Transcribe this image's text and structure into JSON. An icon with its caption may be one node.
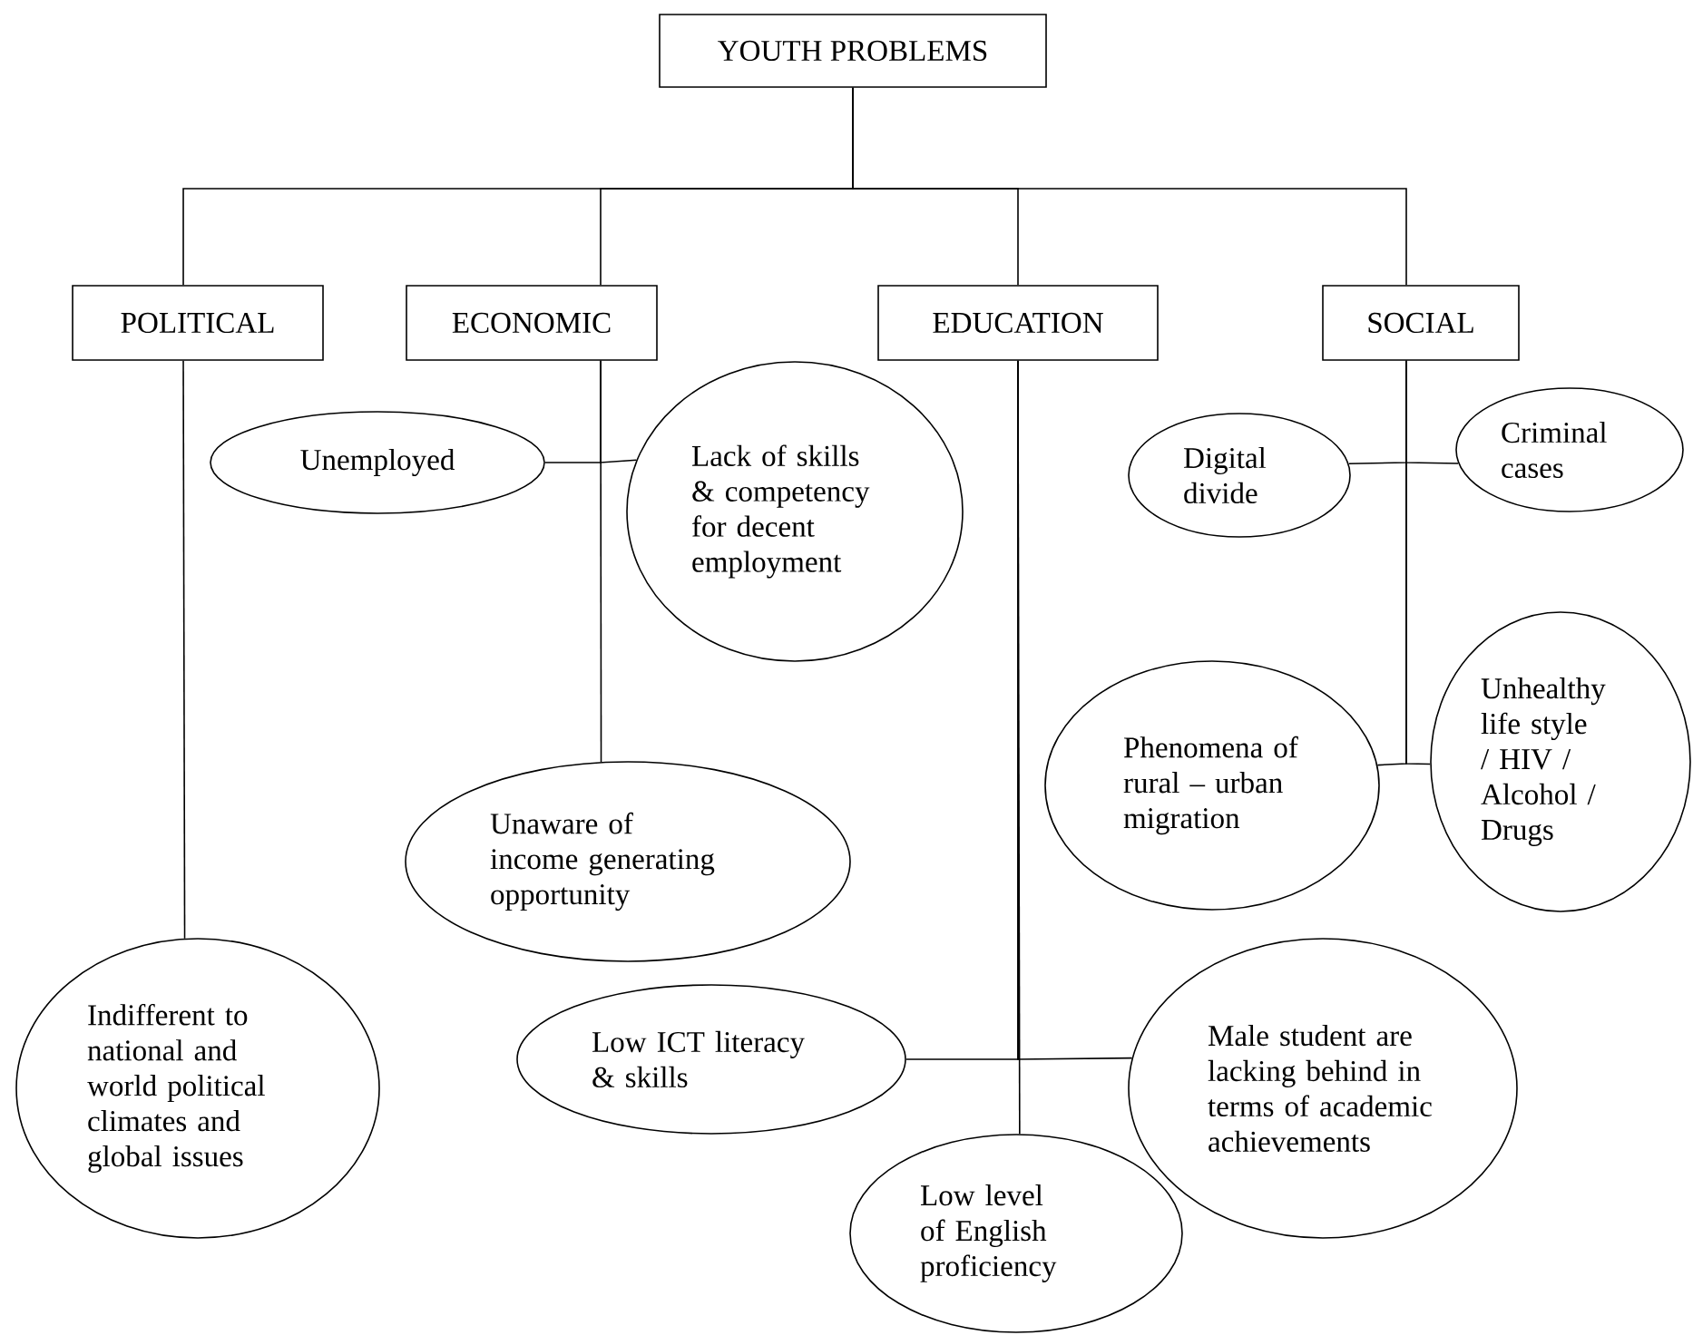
{
  "diagram": {
    "nodes": [
      {
        "text": [
          "YOUTH PROBLEMS"
        ]
      },
      {
        "text": [
          "POLITICAL"
        ]
      },
      {
        "text": [
          "ECONOMIC"
        ]
      },
      {
        "text": [
          "EDUCATION"
        ]
      },
      {
        "text": [
          "SOCIAL"
        ]
      },
      {
        "text": [
          "Unemployed"
        ]
      },
      {
        "text": [
          "Lack of skills & competency for decent employment"
        ]
      },
      {
        "text": [
          "Unaware of income generating opportunity"
        ]
      },
      {
        "text": [
          "Indifferent to national and world political climates and global issues"
        ]
      },
      {
        "text": [
          "Digital divide"
        ]
      },
      {
        "text": [
          "Criminal cases"
        ]
      },
      {
        "text": [
          "Phenomena of rural – urban migration"
        ]
      },
      {
        "text": [
          "Unhealthy life style / HIV / Alcohol / Drugs"
        ]
      },
      {
        "text": [
          "Low ICT literacy & skills"
        ]
      },
      {
        "text": [
          "Male student are lacking behind in terms of academic achievements"
        ]
      },
      {
        "text": [
          "Low level of English proficiency"
        ]
      }
    ],
    "edges": [
      {
        "from": 0,
        "to": 1,
        "arrow": "none"
      },
      {
        "from": 0,
        "to": 2,
        "arrow": "none"
      },
      {
        "from": 0,
        "to": 3,
        "arrow": "none"
      },
      {
        "from": 0,
        "to": 4,
        "arrow": "none"
      },
      {
        "from": 1,
        "to": 8,
        "arrow": "none"
      },
      {
        "from": 2,
        "to": 5,
        "arrow": "none"
      },
      {
        "from": 2,
        "to": 6,
        "arrow": "none"
      },
      {
        "from": 2,
        "to": 7,
        "arrow": "none"
      },
      {
        "from": 3,
        "to": 13,
        "arrow": "none"
      },
      {
        "from": 3,
        "to": 14,
        "arrow": "none"
      },
      {
        "from": 3,
        "to": 15,
        "arrow": "none"
      },
      {
        "from": 4,
        "to": 9,
        "arrow": "none"
      },
      {
        "from": 4,
        "to": 10,
        "arrow": "none"
      },
      {
        "from": 4,
        "to": 11,
        "arrow": "none"
      },
      {
        "from": 4,
        "to": 12,
        "arrow": "none"
      }
    ]
  }
}
